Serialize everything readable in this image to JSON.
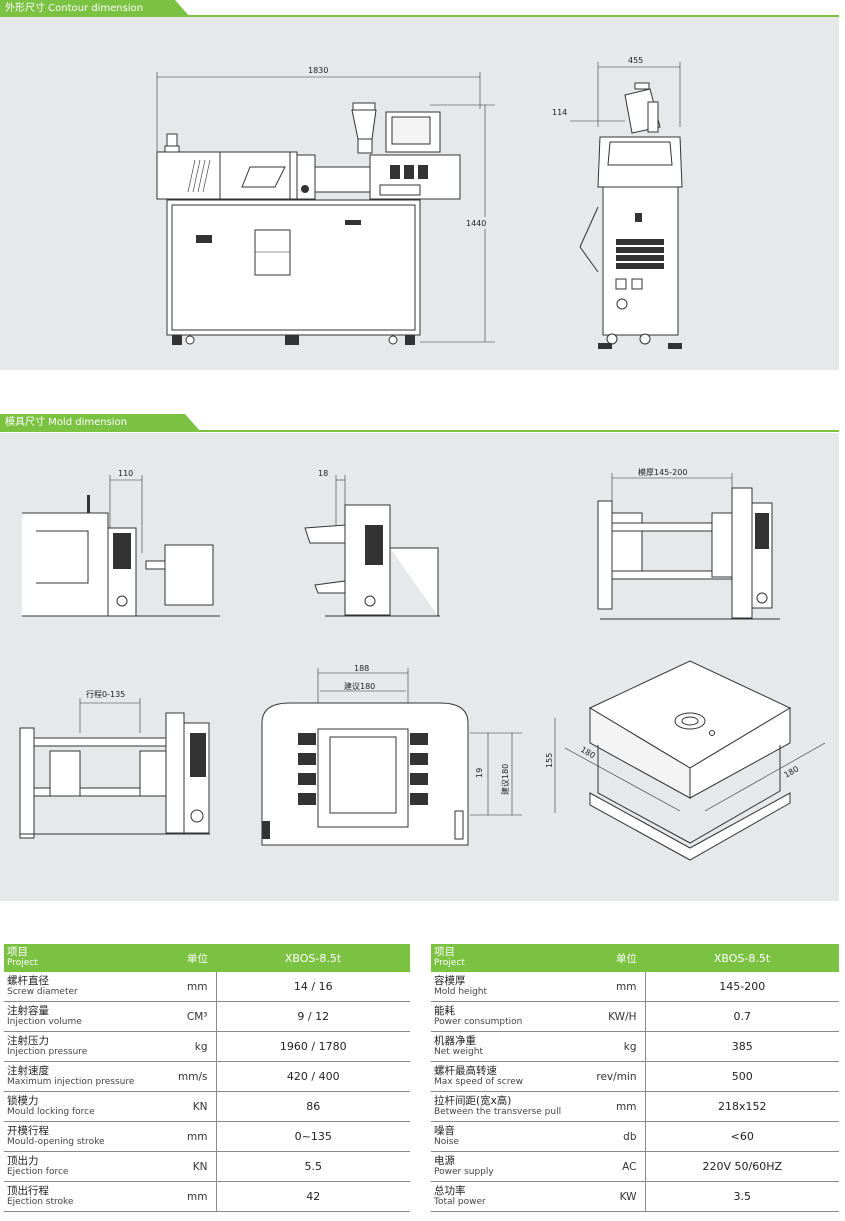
{
  "sections": {
    "contour": {
      "title": "外形尺寸 Contour dimension"
    },
    "mold": {
      "title": "模具尺寸 Mold dimension"
    }
  },
  "contour_dims": {
    "length": "1830",
    "height": "1440",
    "width": "455",
    "offset": "114"
  },
  "mold_dims": {
    "d1": "110",
    "d2": "18",
    "d3": "模厚145-200",
    "d4": "行程0-135",
    "d5": "188",
    "d6": "建议180",
    "d7": "19",
    "d8": "建议180",
    "d9": "155",
    "d10": "180",
    "d11": "180"
  },
  "table_left": {
    "header": {
      "project_cn": "项目",
      "project_en": "Project",
      "unit": "单位",
      "model": "XBOS-8.5t"
    },
    "rows": [
      {
        "cn": "螺杆直径",
        "en": "Screw diameter",
        "unit": "mm",
        "value": "14 / 16"
      },
      {
        "cn": "注射容量",
        "en": "Injection volume",
        "unit": "CM³",
        "value": "9 / 12"
      },
      {
        "cn": "注射压力",
        "en": "Injection pressure",
        "unit": "kg",
        "value": "1960 / 1780"
      },
      {
        "cn": "注射速度",
        "en": "Maximum injection pressure",
        "unit": "mm/s",
        "value": "420 / 400"
      },
      {
        "cn": "锁模力",
        "en": "Mould locking force",
        "unit": "KN",
        "value": "86"
      },
      {
        "cn": "开模行程",
        "en": "Mould-opening stroke",
        "unit": "mm",
        "value": "0~135"
      },
      {
        "cn": "顶出力",
        "en": "Ejection force",
        "unit": "KN",
        "value": "5.5"
      },
      {
        "cn": "顶出行程",
        "en": "Ejection stroke",
        "unit": "mm",
        "value": "42"
      }
    ]
  },
  "table_right": {
    "header": {
      "project_cn": "项目",
      "project_en": "Project",
      "unit": "单位",
      "model": "XBOS-8.5t"
    },
    "rows": [
      {
        "cn": "容模厚",
        "en": "Mold height",
        "unit": "mm",
        "value": "145-200"
      },
      {
        "cn": "能耗",
        "en": "Power consumption",
        "unit": "KW/H",
        "value": "0.7"
      },
      {
        "cn": "机器净重",
        "en": "Net weight",
        "unit": "kg",
        "value": "385"
      },
      {
        "cn": "螺杆最高转速",
        "en": "Max speed of screw",
        "unit": "rev/min",
        "value": "500"
      },
      {
        "cn": "拉杆间距(宽x高)",
        "en": "Between the transverse pull",
        "unit": "mm",
        "value": "218x152"
      },
      {
        "cn": "噪音",
        "en": "Noise",
        "unit": "db",
        "value": "<60"
      },
      {
        "cn": "电源",
        "en": "Power supply",
        "unit": "AC",
        "value": "220V 50/60HZ"
      },
      {
        "cn": "总功率",
        "en": "Total power",
        "unit": "KW",
        "value": "3.5"
      }
    ]
  }
}
